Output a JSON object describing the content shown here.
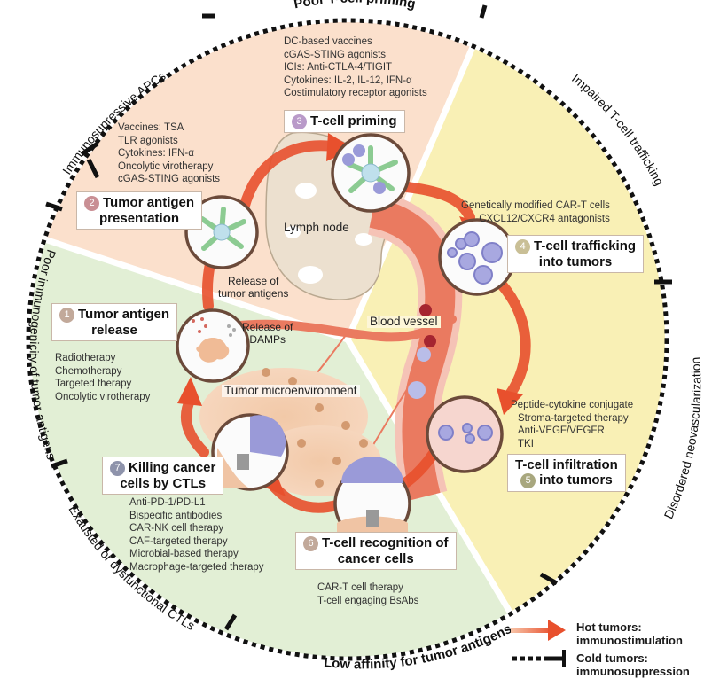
{
  "figure": {
    "colors": {
      "sector_orange": "#fbe0cc",
      "sector_yellow": "#f9f0b5",
      "sector_green": "#e2efd5",
      "arrow_red": "#e8502d",
      "vessel": "#e9705a",
      "dc_green": "#8ccb92",
      "tcell_purple": "#9a9ad8",
      "num1": "#c2a99a",
      "num2": "#c98f94",
      "num3": "#b99ac9",
      "num4": "#c9bf96",
      "num5": "#a8a77e",
      "num6": "#c2a99a",
      "num7": "#8e93ab"
    },
    "outer_ring_labels": [
      {
        "id": "poor-t-cell-priming",
        "text": "Poor T-cell priming"
      },
      {
        "id": "impaired-t-cell-trafficking",
        "text": "Impaired T-cell trafficking"
      },
      {
        "id": "disordered-neovascularization",
        "text": "Disordered neovascularization"
      },
      {
        "id": "low-affinity",
        "text": "Low affinity for tumor antigens"
      },
      {
        "id": "exhausted-ctls",
        "text": "Exausted or dysfunctional CTLs"
      },
      {
        "id": "poor-immunogenicity",
        "text": "Poor immunogenicity of tumor antigens"
      },
      {
        "id": "immunosuppressive-apcs",
        "text": "Immunosupressive APCs"
      }
    ],
    "steps": [
      {
        "num": "1",
        "title_lines": [
          "Tumor antigen",
          "release"
        ],
        "therapies": [
          "Radiotherapy",
          "Chemotherapy",
          "Targeted therapy",
          "Oncolytic virotherapy"
        ]
      },
      {
        "num": "2",
        "title_lines": [
          "Tumor antigen",
          "presentation"
        ],
        "therapies": [
          "Vaccines: TSA",
          "TLR agonists",
          "Cytokines: IFN-α",
          "Oncolytic virotherapy",
          "cGAS-STING agonists"
        ]
      },
      {
        "num": "3",
        "title_lines": [
          "T-cell priming"
        ],
        "therapies": [
          "DC-based vaccines",
          "cGAS-STING agonists",
          "ICIs: Anti-CTLA-4/TIGIT",
          "Cytokines: IL-2, IL-12, IFN-α",
          "Costimulatory receptor agonists"
        ]
      },
      {
        "num": "4",
        "title_lines": [
          "T-cell trafficking",
          "into tumors"
        ],
        "therapies": [
          "Genetically modified CAR-T cells",
          "CXCL12/CXCR4 antagonists"
        ]
      },
      {
        "num": "5",
        "title_lines": [
          "T-cell infiltration",
          "into tumors"
        ],
        "therapies": [
          "Peptide-cytokine conjugate",
          "Stroma-targeted therapy",
          "Anti-VEGF/VEGFR",
          "TKI"
        ]
      },
      {
        "num": "6",
        "title_lines": [
          "T-cell recognition of",
          "cancer cells"
        ],
        "therapies": [
          "CAR-T cell therapy",
          "T-cell engaging BsAbs"
        ]
      },
      {
        "num": "7",
        "title_lines": [
          "Killing cancer",
          "cells by CTLs"
        ],
        "therapies": [
          "Anti-PD-1/PD-L1",
          "Bispecific antibodies",
          "CAR-NK cell therapy",
          "CAF-targeted therapy",
          "Microbial-based therapy",
          "Macrophage-targeted therapy"
        ]
      }
    ],
    "captions": {
      "lymph_node": "Lymph node",
      "release_tumor_antigens": [
        "Release of",
        "tumor antigens"
      ],
      "release_damps": [
        "Release of",
        "DAMPs"
      ],
      "blood_vessel": "Blood vessel",
      "tumor_microenvironment": "Tumor microenvironment"
    },
    "legend": {
      "hot": [
        "Hot tumors:",
        "immunostimulation"
      ],
      "cold": [
        "Cold tumors:",
        "immunosuppression"
      ]
    }
  }
}
